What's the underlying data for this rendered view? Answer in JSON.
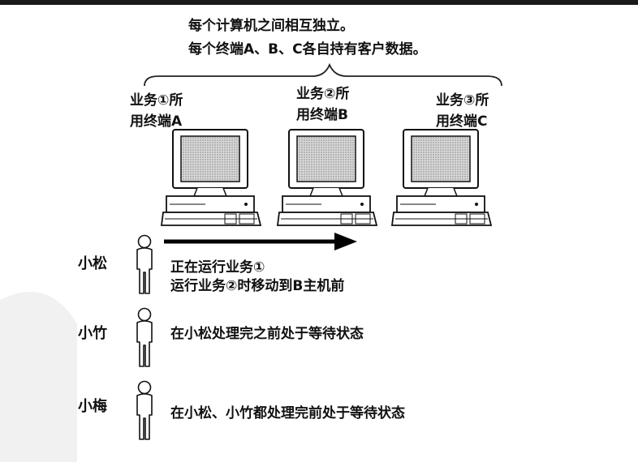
{
  "header": {
    "line1": "每个计算机之间相互独立。",
    "line2": "每个终端A、B、C各自持有客户数据。"
  },
  "terminals": [
    {
      "line1": "业务①所",
      "line2": "用终端A"
    },
    {
      "line1": "业务②所",
      "line2": "用终端B"
    },
    {
      "line1": "业务③所",
      "line2": "用终端C"
    }
  ],
  "people": [
    {
      "name": "小松",
      "desc1": "正在运行业务①",
      "desc2": "运行业务②时移动到B主机前"
    },
    {
      "name": "小竹",
      "desc1": "在小松处理完之前处于等待状态"
    },
    {
      "name": "小梅",
      "desc1": "在小松、小竹都处理完前处于等待状态"
    }
  ]
}
